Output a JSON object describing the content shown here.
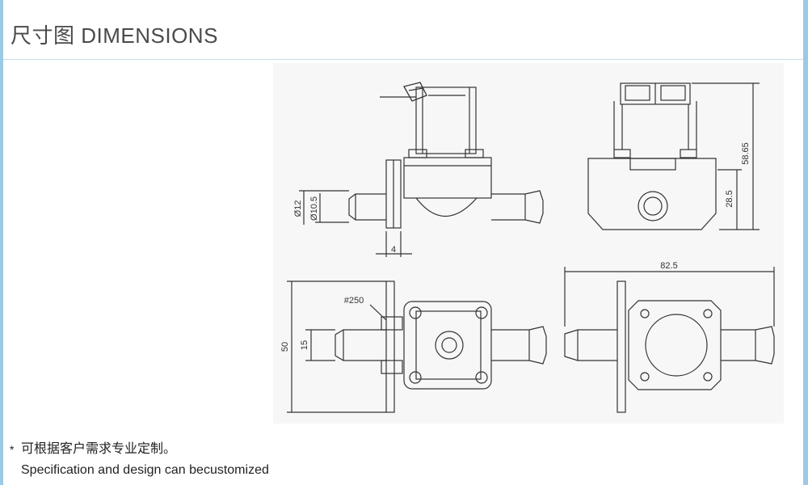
{
  "title": "尺寸图 DIMENSIONS",
  "dimensions": {
    "dia12": "Ø12",
    "dia105": "Ø10.5",
    "flange4": "4",
    "height5865": "58.65",
    "height285": "28.5",
    "width825": "82.5",
    "coil250": "#250",
    "height50": "50",
    "pitch15": "15"
  },
  "note": {
    "star": "*",
    "cn": "可根据客户需求专业定制。",
    "en": "Specification and design can becustomized"
  },
  "colors": {
    "frame": "#9cc9e6",
    "line": "#333333"
  }
}
